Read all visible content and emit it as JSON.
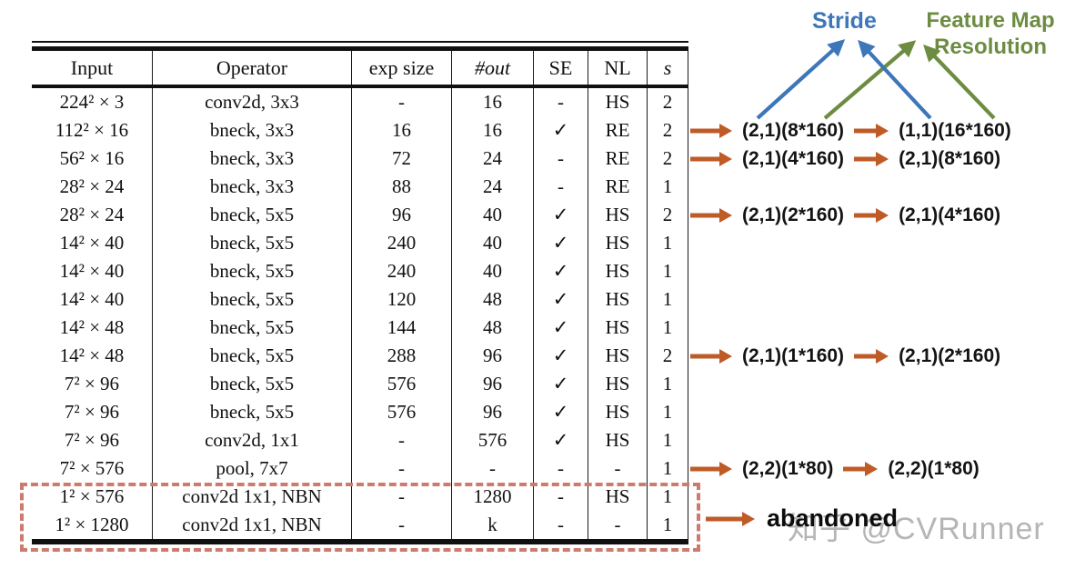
{
  "table": {
    "headers": [
      "Input",
      "Operator",
      "exp size",
      "#out",
      "SE",
      "NL",
      "s"
    ],
    "rows": [
      {
        "input": "224² × 3",
        "operator": "conv2d, 3x3",
        "exp": "-",
        "out": "16",
        "se": "-",
        "nl": "HS",
        "s": "2"
      },
      {
        "input": "112² × 16",
        "operator": "bneck, 3x3",
        "exp": "16",
        "out": "16",
        "se": "✓",
        "nl": "RE",
        "s": "2",
        "annotation": {
          "from": "(2,1)(8*160)",
          "to": "(1,1)(16*160)"
        }
      },
      {
        "input": "56² × 16",
        "operator": "bneck, 3x3",
        "exp": "72",
        "out": "24",
        "se": "-",
        "nl": "RE",
        "s": "2",
        "annotation": {
          "from": "(2,1)(4*160)",
          "to": "(2,1)(8*160)"
        }
      },
      {
        "input": "28² × 24",
        "operator": "bneck, 3x3",
        "exp": "88",
        "out": "24",
        "se": "-",
        "nl": "RE",
        "s": "1"
      },
      {
        "input": "28² × 24",
        "operator": "bneck, 5x5",
        "exp": "96",
        "out": "40",
        "se": "✓",
        "nl": "HS",
        "s": "2",
        "annotation": {
          "from": "(2,1)(2*160)",
          "to": "(2,1)(4*160)"
        }
      },
      {
        "input": "14² × 40",
        "operator": "bneck, 5x5",
        "exp": "240",
        "out": "40",
        "se": "✓",
        "nl": "HS",
        "s": "1"
      },
      {
        "input": "14² × 40",
        "operator": "bneck, 5x5",
        "exp": "240",
        "out": "40",
        "se": "✓",
        "nl": "HS",
        "s": "1"
      },
      {
        "input": "14² × 40",
        "operator": "bneck, 5x5",
        "exp": "120",
        "out": "48",
        "se": "✓",
        "nl": "HS",
        "s": "1"
      },
      {
        "input": "14² × 48",
        "operator": "bneck, 5x5",
        "exp": "144",
        "out": "48",
        "se": "✓",
        "nl": "HS",
        "s": "1"
      },
      {
        "input": "14² × 48",
        "operator": "bneck, 5x5",
        "exp": "288",
        "out": "96",
        "se": "✓",
        "nl": "HS",
        "s": "2",
        "annotation": {
          "from": "(2,1)(1*160)",
          "to": "(2,1)(2*160)"
        }
      },
      {
        "input": "7² × 96",
        "operator": "bneck, 5x5",
        "exp": "576",
        "out": "96",
        "se": "✓",
        "nl": "HS",
        "s": "1"
      },
      {
        "input": "7² × 96",
        "operator": "bneck, 5x5",
        "exp": "576",
        "out": "96",
        "se": "✓",
        "nl": "HS",
        "s": "1"
      },
      {
        "input": "7² × 96",
        "operator": "conv2d, 1x1",
        "exp": "-",
        "out": "576",
        "se": "✓",
        "nl": "HS",
        "s": "1"
      },
      {
        "input": "7² × 576",
        "operator": "pool, 7x7",
        "exp": "-",
        "out": "-",
        "se": "-",
        "nl": "-",
        "s": "1",
        "annotation": {
          "from": "(2,2)(1*80)",
          "to": "(2,2)(1*80)"
        }
      },
      {
        "input": "1² × 576",
        "operator": "conv2d 1x1, NBN",
        "exp": "-",
        "out": "1280",
        "se": "-",
        "nl": "HS",
        "s": "1",
        "abandoned": true
      },
      {
        "input": "1² × 1280",
        "operator": "conv2d 1x1, NBN",
        "exp": "-",
        "out": "k",
        "se": "-",
        "nl": "-",
        "s": "1",
        "abandoned": true
      }
    ]
  },
  "legend": {
    "stride_label": "Stride",
    "feature_map_label": "Feature Map Resolution",
    "stride_color": "#3d76b9",
    "feature_map_color": "#6d8c42"
  },
  "annotations": {
    "abandoned_label": "abandoned",
    "arrow_color": "#bf5b27"
  },
  "watermark": {
    "text": "知乎 @CVRunner",
    "color": "#b5b5b5"
  },
  "colors": {
    "dashed_box": "#cd7b6e",
    "table_lines": "#101010"
  }
}
